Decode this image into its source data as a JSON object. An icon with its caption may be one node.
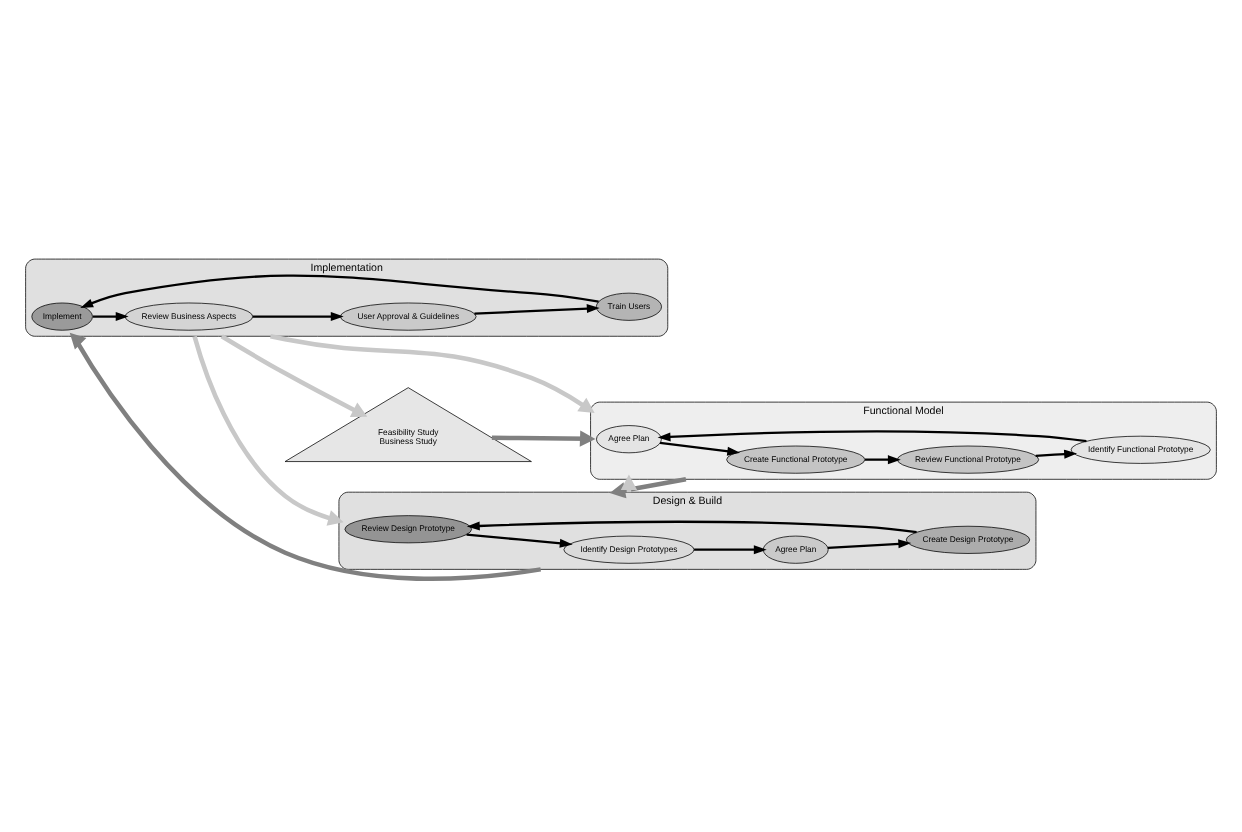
{
  "diagram": {
    "nodes": [
      {
        "text": [
          "Feasibility Study",
          "Business Study"
        ]
      },
      {
        "text": [
          "Functional Model"
        ]
      },
      {
        "text": [
          "Agree Plan"
        ],
        "in": 1
      },
      {
        "text": [
          "Identify Functional Prototype"
        ],
        "in": 1
      },
      {
        "text": [
          "Review Functional Prototype"
        ],
        "in": 1
      },
      {
        "text": [
          "Create Functional Prototype"
        ],
        "in": 1
      },
      {
        "text": [
          "Implementation"
        ]
      },
      {
        "text": [
          "Implement"
        ],
        "in": 6
      },
      {
        "text": [
          "Train Users"
        ],
        "in": 6
      },
      {
        "text": [
          "User Approval & Guidelines"
        ],
        "in": 6
      },
      {
        "text": [
          "Review Business Aspects"
        ],
        "in": 6
      },
      {
        "text": [
          "Design & Build"
        ]
      },
      {
        "text": [
          "Review Design Prototype"
        ],
        "in": 11
      },
      {
        "text": [
          "Create Design Prototype"
        ],
        "in": 11
      },
      {
        "text": [
          "Agree Plan"
        ],
        "in": 11
      },
      {
        "text": [
          "Identify Design Prototypes"
        ],
        "in": 11
      }
    ],
    "edges": [
      {
        "from": 0,
        "to": 1,
        "arrow": "to",
        "color": "#808080"
      },
      {
        "from": 6,
        "to": 0,
        "arrow": "to",
        "color": "#c8c8c8"
      },
      {
        "from": 6,
        "to": 1,
        "arrow": "to",
        "color": "#c8c8c8"
      },
      {
        "from": 1,
        "to": 11,
        "arrow": "to",
        "color": "#808080"
      },
      {
        "from": 11,
        "to": 1,
        "arrow": "to",
        "color": "#c8c8c8"
      },
      {
        "from": 6,
        "to": 11,
        "arrow": "to",
        "color": "#c8c8c8"
      },
      {
        "from": 11,
        "to": 6,
        "arrow": "to",
        "color": "#808080"
      },
      {
        "from": 3,
        "to": 2,
        "arrow": "to"
      },
      {
        "from": 2,
        "to": 5,
        "arrow": "to"
      },
      {
        "from": 5,
        "to": 4,
        "arrow": "to"
      },
      {
        "from": 4,
        "to": 3,
        "arrow": "to"
      },
      {
        "from": 7,
        "to": 10,
        "arrow": "to"
      },
      {
        "from": 10,
        "to": 9,
        "arrow": "to"
      },
      {
        "from": 9,
        "to": 8,
        "arrow": "to"
      },
      {
        "from": 8,
        "to": 7,
        "arrow": "to"
      },
      {
        "from": 12,
        "to": 15,
        "arrow": "to"
      },
      {
        "from": 15,
        "to": 14,
        "arrow": "to"
      },
      {
        "from": 14,
        "to": 13,
        "arrow": "to"
      },
      {
        "from": 13,
        "to": 12,
        "arrow": "to"
      }
    ]
  }
}
